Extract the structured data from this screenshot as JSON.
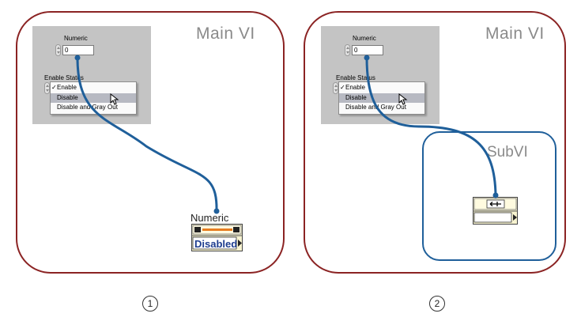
{
  "panels": [
    {
      "title": "Main VI",
      "front_panel": {
        "numeric_label": "Numeric",
        "numeric_value": "0",
        "enable_label": "Enable Status",
        "menu_items": [
          "Enable",
          "Disable",
          "Disable and Gray Out"
        ],
        "checked_item": "✓"
      },
      "node": {
        "label": "Numeric",
        "value": "Disabled"
      },
      "step": "1"
    },
    {
      "title": "Main VI",
      "front_panel": {
        "numeric_label": "Numeric",
        "numeric_value": "0",
        "enable_label": "Enable Status",
        "menu_items": [
          "Enable",
          "Disable",
          "Disable and Gray Out"
        ],
        "checked_item": "✓"
      },
      "subvi_title": "SubVI",
      "step": "2"
    }
  ],
  "colors": {
    "panel_border": "#8b2323",
    "wire": "#1f5f9a",
    "subvi_border": "#1f5f9a",
    "front_panel_bg": "#c4c4c4"
  }
}
